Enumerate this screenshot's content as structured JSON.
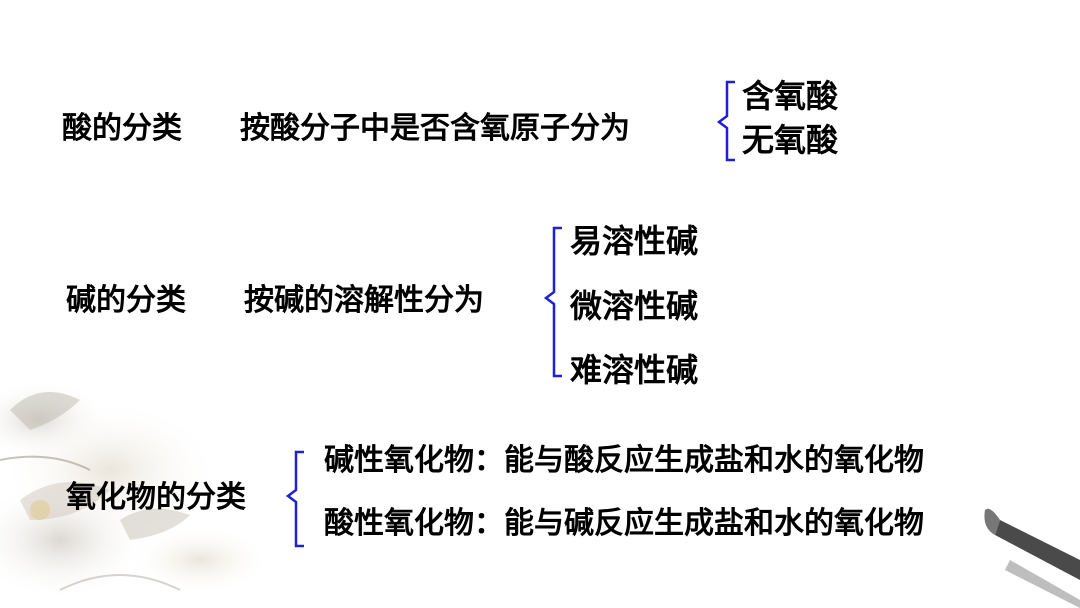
{
  "acid": {
    "heading": "酸的分类",
    "criterion": "按酸分子中是否含氧原子分为",
    "items": [
      "含氧酸",
      "无氧酸"
    ]
  },
  "base": {
    "heading": "碱的分类",
    "criterion": "按碱的溶解性分为",
    "items": [
      "易溶性碱",
      "微溶性碱",
      "难溶性碱"
    ]
  },
  "oxide": {
    "heading": "氧化物的分类",
    "items": [
      "碱性氧化物：能与酸反应生成盐和水的氧化物",
      "酸性氧化物：能与碱反应生成盐和水的氧化物"
    ]
  },
  "colors": {
    "brace": "#1f1fd6",
    "text": "#000000"
  }
}
